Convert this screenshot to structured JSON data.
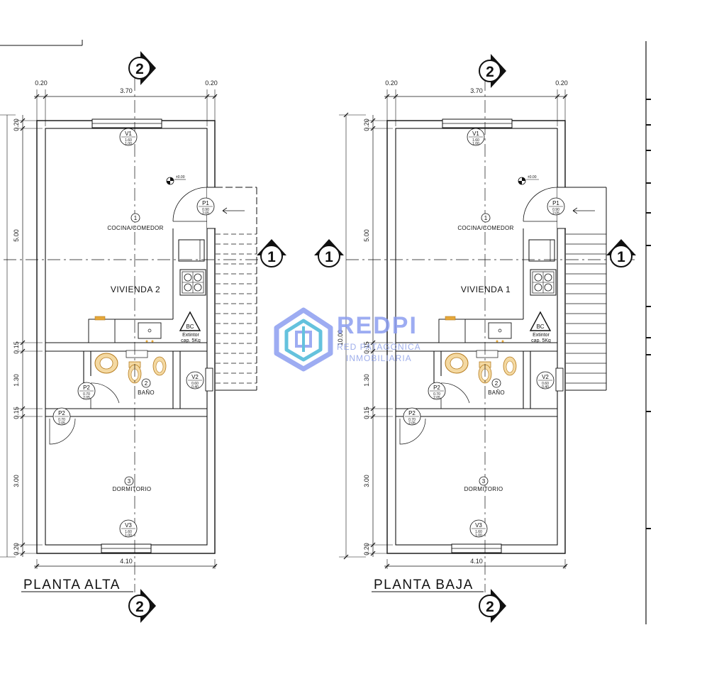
{
  "plans": [
    {
      "title": "PLANTA ALTA",
      "unit_label": "VIVIENDA 2",
      "level": "±0.00",
      "section_vertical": "2",
      "section_horizontal": "1",
      "rooms": [
        {
          "number": "1",
          "name": "COCINA/COMEDOR"
        },
        {
          "number": "2",
          "name": "BAÑO"
        },
        {
          "number": "3",
          "name": "DORMITORIO"
        }
      ],
      "openings": [
        {
          "code": "V1",
          "l1": "1.60",
          "l2": "1.00"
        },
        {
          "code": "P1",
          "l1": "0.90",
          "l2": "2.05"
        },
        {
          "code": "P2",
          "l1": "0.70",
          "l2": "2.05"
        },
        {
          "code": "P2",
          "l1": "0.70",
          "l2": "2.05"
        },
        {
          "code": "V2",
          "l1": "0.60",
          "l2": "0.40"
        },
        {
          "code": "V3",
          "l1": "1.60",
          "l2": "1.00"
        }
      ],
      "dims_top": [
        "0.20",
        "3.70",
        "0.20"
      ],
      "dims_left": [
        "0.20",
        "5.00",
        "0.15",
        "1.30",
        "0.15",
        "3.00",
        "0.20"
      ],
      "dim_bottom": "4.10",
      "extinguisher": {
        "code": "BC",
        "line1": "Extintor",
        "line2": "cap. 5Kg"
      }
    },
    {
      "title": "PLANTA BAJA",
      "unit_label": "VIVIENDA 1",
      "level": "±0.00",
      "section_vertical": "2",
      "section_horizontal": "1",
      "rooms": [
        {
          "number": "1",
          "name": "COCINA/COMEDOR"
        },
        {
          "number": "2",
          "name": "BAÑO"
        },
        {
          "number": "3",
          "name": "DORMITORIO"
        }
      ],
      "openings": [
        {
          "code": "V1",
          "l1": "1.60",
          "l2": "1.00"
        },
        {
          "code": "P1",
          "l1": "0.90",
          "l2": "2.05"
        },
        {
          "code": "P2",
          "l1": "0.70",
          "l2": "2.05"
        },
        {
          "code": "P2",
          "l1": "0.70",
          "l2": "2.05"
        },
        {
          "code": "V2",
          "l1": "0.60",
          "l2": "0.40"
        },
        {
          "code": "V3",
          "l1": "1.60",
          "l2": "1.00"
        }
      ],
      "dims_top": [
        "0.20",
        "3.70",
        "0.20"
      ],
      "dims_left": [
        "0.20",
        "5.00",
        "0.15",
        "1.30",
        "0.15",
        "3.00",
        "0.20"
      ],
      "dim_total": "10.00",
      "dim_bottom": "4.10",
      "extinguisher": {
        "code": "BC",
        "line1": "Extintor",
        "line2": "cap. 5Kg"
      }
    }
  ],
  "watermark": {
    "brand": "REDPI",
    "line1": "RED PATAGÓNICA",
    "line2": "INMOBILIARIA"
  },
  "colors": {
    "line": "#111111",
    "fixture": "#e5a83a",
    "watermark": "#8d9ef0",
    "watermark_teal": "#4ab8d8"
  }
}
